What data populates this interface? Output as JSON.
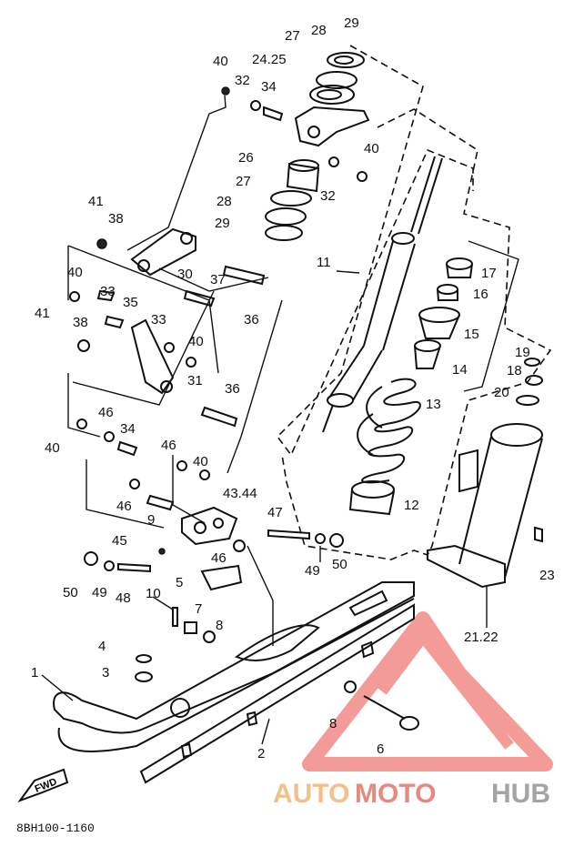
{
  "diagram_code": "8BH100-1160",
  "fwd_label": "FWD",
  "watermark": {
    "part1": "AUTO",
    "part2": "MOTO",
    "part3": "HUB",
    "color_auto": "#f3c089",
    "color_moto": "#e8897f",
    "color_hub": "#a4a4a4",
    "logo_color": "#f08a86"
  },
  "labels": [
    "29",
    "28",
    "27",
    "24.25",
    "40",
    "32",
    "34",
    "40",
    "26",
    "27",
    "32",
    "28",
    "29",
    "11",
    "41",
    "38",
    "40",
    "30",
    "37",
    "17",
    "16",
    "33",
    "35",
    "36",
    "41",
    "38",
    "33",
    "15",
    "40",
    "31",
    "14",
    "19",
    "18",
    "36",
    "46",
    "34",
    "20",
    "13",
    "40",
    "46",
    "40",
    "46",
    "9",
    "43.44",
    "12",
    "47",
    "45",
    "49",
    "50",
    "46",
    "5",
    "50",
    "49",
    "48",
    "10",
    "23",
    "7",
    "8",
    "21.22",
    "4",
    "3",
    "1",
    "8",
    "6",
    "2"
  ]
}
